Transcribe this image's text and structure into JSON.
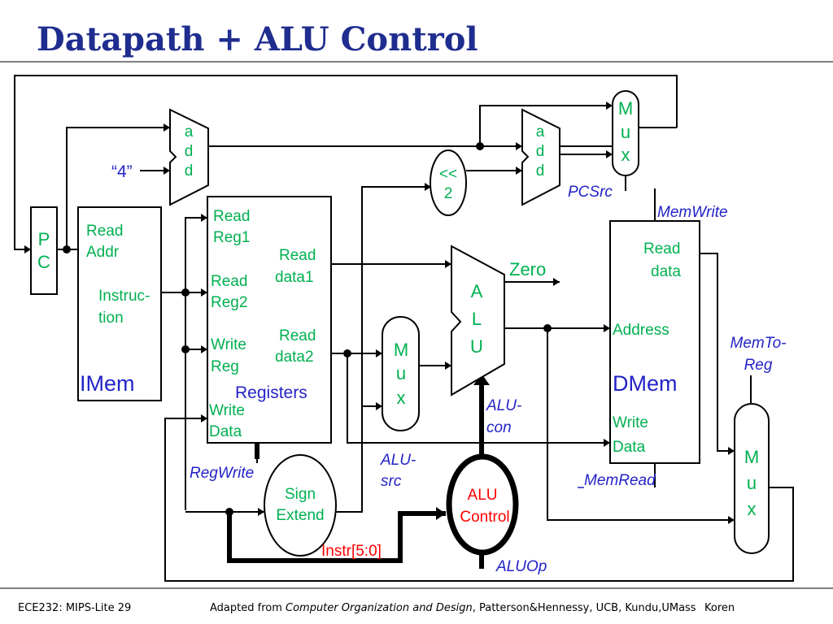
{
  "title": "Datapath + ALU Control",
  "components": {
    "pc": {
      "line1": "P",
      "line2": "C"
    },
    "adder1": {
      "l1": "a",
      "l2": "d",
      "l3": "d"
    },
    "adder2": {
      "l1": "a",
      "l2": "d",
      "l3": "d"
    },
    "const4": "“4”",
    "shift": {
      "l1": "<<",
      "l2": "2"
    },
    "pc_mux": {
      "l1": "M",
      "l2": "u",
      "l3": "x"
    },
    "pcsrc": "PCSrc",
    "imem": {
      "read_addr_1": "Read",
      "read_addr_2": "Addr",
      "instr_1": "Instruc-",
      "instr_2": "tion",
      "name": "IMem"
    },
    "registers": {
      "read_reg1_1": "Read",
      "read_reg1_2": "Reg1",
      "read_reg2_1": "Read",
      "read_reg2_2": "Reg2",
      "write_reg_1": "Write",
      "write_reg_2": "Reg",
      "write_data_1": "Write",
      "write_data_2": "Data",
      "read_data1_1": "Read",
      "read_data1_2": "data1",
      "read_data2_1": "Read",
      "read_data2_2": "data2",
      "name": "Registers"
    },
    "regwrite": "RegWrite",
    "sign_extend": {
      "l1": "Sign",
      "l2": "Extend"
    },
    "alu_mux": {
      "l1": "M",
      "l2": "u",
      "l3": "x"
    },
    "alusrc": {
      "l1": "ALU-",
      "l2": "src"
    },
    "alu": {
      "l1": "A",
      "l2": "L",
      "l3": "U"
    },
    "zero": "Zero",
    "alucon": {
      "l1": "ALU-",
      "l2": "con"
    },
    "alu_control": {
      "l1": "ALU",
      "l2": "Control"
    },
    "instr": "Instr[5:0]",
    "aluop": "ALUOp",
    "dmem": {
      "read_data_1": "Read",
      "read_data_2": "data",
      "address": "Address",
      "name": "DMem",
      "write_data_1": "Write",
      "write_data_2": "Data"
    },
    "memwrite": "MemWrite",
    "memread": "MemRead",
    "memtoreg": {
      "l1": "MemTo-",
      "l2": "Reg"
    },
    "wb_mux": {
      "l1": "M",
      "l2": "u",
      "l3": "x"
    }
  },
  "footer": {
    "left": "ECE232: MIPS-Lite 29",
    "adapted_prefix": "Adapted from ",
    "book": "Computer Organization and Design",
    "rest": ", Patterson&Hennessy, UCB, Kundu,UMass",
    "author": "Koren"
  }
}
